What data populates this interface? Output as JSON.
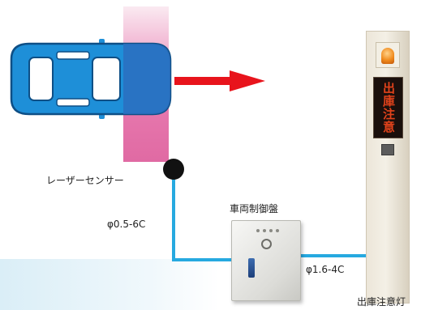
{
  "labels": {
    "laser_sensor": "レーザーセンサー",
    "control_panel": "車両制御盤",
    "cable_sensor": "φ0.5-6C",
    "cable_light": "φ1.6-4C",
    "warning_light": "出庫注意灯"
  },
  "sign": {
    "text": "出庫注意"
  },
  "colors": {
    "car_body": "#1e8fd8",
    "beam": "#e87bb0",
    "arrow": "#e8141c",
    "cable": "#26a9e0",
    "sign_text": "#e0421b"
  },
  "icons": {
    "car": "car-topview-icon",
    "arrow": "arrow-right-icon",
    "sensor": "sensor-dot-icon",
    "panel": "control-panel-icon",
    "warning_light": "warning-light-icon"
  }
}
